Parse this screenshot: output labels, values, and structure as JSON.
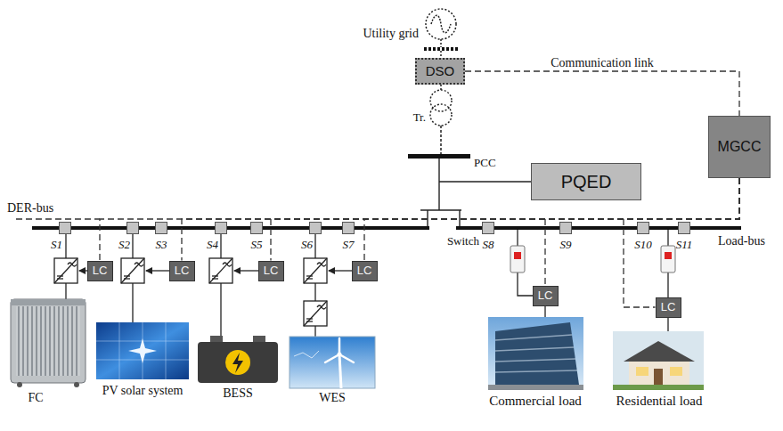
{
  "diagram": {
    "nodes": [
      {
        "text": [
          "DSO"
        ]
      },
      {
        "text": [
          "MGCC"
        ]
      },
      {
        "text": [
          "PQED"
        ]
      },
      {
        "text": [
          "LC"
        ]
      },
      {
        "text": [
          "LC"
        ]
      },
      {
        "text": [
          "LC"
        ]
      },
      {
        "text": [
          "LC"
        ]
      },
      {
        "text": [
          "LC"
        ]
      },
      {
        "text": [
          "LC"
        ]
      }
    ],
    "edges": [
      {
        "from": 0,
        "to": 1,
        "arrow": "none",
        "label": "Communication link"
      },
      {
        "from": 1,
        "to": 3,
        "arrow": "none"
      },
      {
        "from": 1,
        "to": 4,
        "arrow": "none"
      },
      {
        "from": 1,
        "to": 5,
        "arrow": "none"
      },
      {
        "from": 1,
        "to": 6,
        "arrow": "none"
      },
      {
        "from": 1,
        "to": 7,
        "arrow": "none"
      },
      {
        "from": 1,
        "to": 8,
        "arrow": "none"
      }
    ],
    "labels": [
      "Utility grid",
      "Tr.",
      "PCC",
      "DER-bus",
      "S1",
      "S2",
      "S3",
      "S4",
      "S5",
      "S6",
      "S7",
      "S8",
      "S9",
      "S10",
      "S11",
      "Switch",
      "Load-bus",
      "FC",
      "PV solar system",
      "BESS",
      "WES",
      "Commercial load",
      "Residential load"
    ]
  }
}
